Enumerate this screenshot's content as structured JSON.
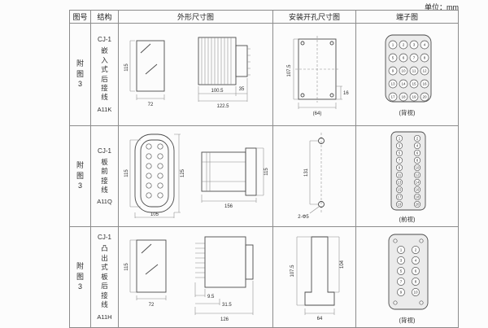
{
  "unit_label": "单位：mm",
  "headers": [
    "图号",
    "结构",
    "外形尺寸图",
    "安装开孔尺寸图",
    "端子图"
  ],
  "rows": [
    {
      "fig_no": "附图3",
      "structure": {
        "model": "CJ-1",
        "desc": "嵌入式后接线",
        "code": "A11K"
      },
      "outline": {
        "d_height": "115",
        "d_width": "72",
        "d1": "100.5",
        "d2": "122.5",
        "d3": "35"
      },
      "install": {
        "d_height": "107.5",
        "d1": "16",
        "d_width": "(64)"
      },
      "terminal": {
        "view": "(背视)",
        "numbers": [
          "1",
          "2",
          "3",
          "4",
          "5",
          "6",
          "7",
          "8",
          "9",
          "10",
          "11",
          "12",
          "13",
          "14",
          "15",
          "16",
          "17",
          "18",
          "19",
          "20"
        ]
      }
    },
    {
      "fig_no": "附图3",
      "structure": {
        "model": "CJ-1",
        "desc": "板前接线",
        "code": "A11Q"
      },
      "outline": {
        "d_left": "115",
        "d_right": "125",
        "d_width": "105",
        "d_len": "156",
        "d_cap": "115"
      },
      "install": {
        "d_height": "131",
        "d_holes": "2-Φ5"
      },
      "terminal": {
        "view": "(前视)",
        "numbers": [
          "1",
          "2",
          "3",
          "4",
          "5",
          "6",
          "7",
          "8",
          "9",
          "10",
          "11",
          "12",
          "13",
          "14",
          "15",
          "16",
          "17",
          "18",
          "19",
          "20"
        ]
      }
    },
    {
      "fig_no": "附图3",
      "structure": {
        "model": "CJ-1",
        "desc": "凸出式板后接线",
        "code": "A11H"
      },
      "outline": {
        "d_height": "115",
        "d_width": "72",
        "d1": "9.5",
        "d2": "31.5",
        "d3": "126"
      },
      "install": {
        "d_height": "107.5",
        "d2": "104",
        "d_width": "64"
      },
      "terminal": {
        "view": "(背视)",
        "numbers": [
          "1",
          "2",
          "3",
          "4",
          "5",
          "6",
          "7",
          "8",
          "9",
          "10"
        ]
      }
    }
  ]
}
